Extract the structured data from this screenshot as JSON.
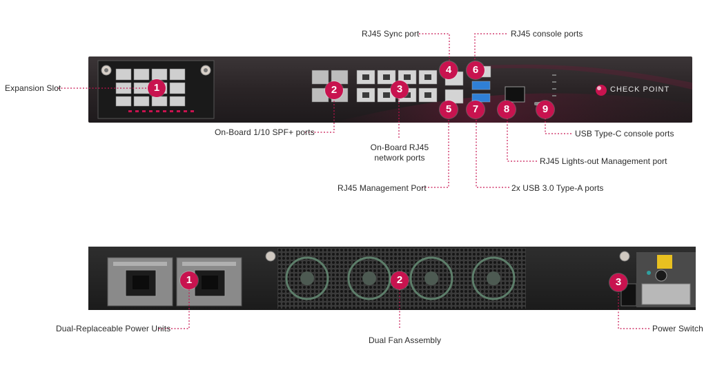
{
  "colors": {
    "accent": "#c8134f",
    "chassis": "#2a2426",
    "chassis_top": "#3a3436",
    "port_face": "#cfcfcf",
    "usb": "#2f7fd6"
  },
  "brand": {
    "logo_text": "CHECK POINT"
  },
  "front_callouts": [
    {
      "number": "1",
      "label": "Expansion Slot"
    },
    {
      "number": "2",
      "label": "On-Board 1/10 SPF+ ports"
    },
    {
      "number": "3",
      "label": "On-Board RJ45 network ports"
    },
    {
      "number": "4",
      "label": "RJ45 Sync port"
    },
    {
      "number": "5",
      "label": "RJ45 Management Port"
    },
    {
      "number": "6",
      "label": "RJ45 console ports"
    },
    {
      "number": "7",
      "label": "2x USB 3.0 Type-A ports"
    },
    {
      "number": "8",
      "label": "RJ45 Lights-out Management port"
    },
    {
      "number": "9",
      "label": "USB Type-C console ports"
    }
  ],
  "rear_callouts": [
    {
      "number": "1",
      "label": "Dual-Replaceable Power Units"
    },
    {
      "number": "2",
      "label": "Dual Fan Assembly"
    },
    {
      "number": "3",
      "label": "Power Switch"
    }
  ]
}
